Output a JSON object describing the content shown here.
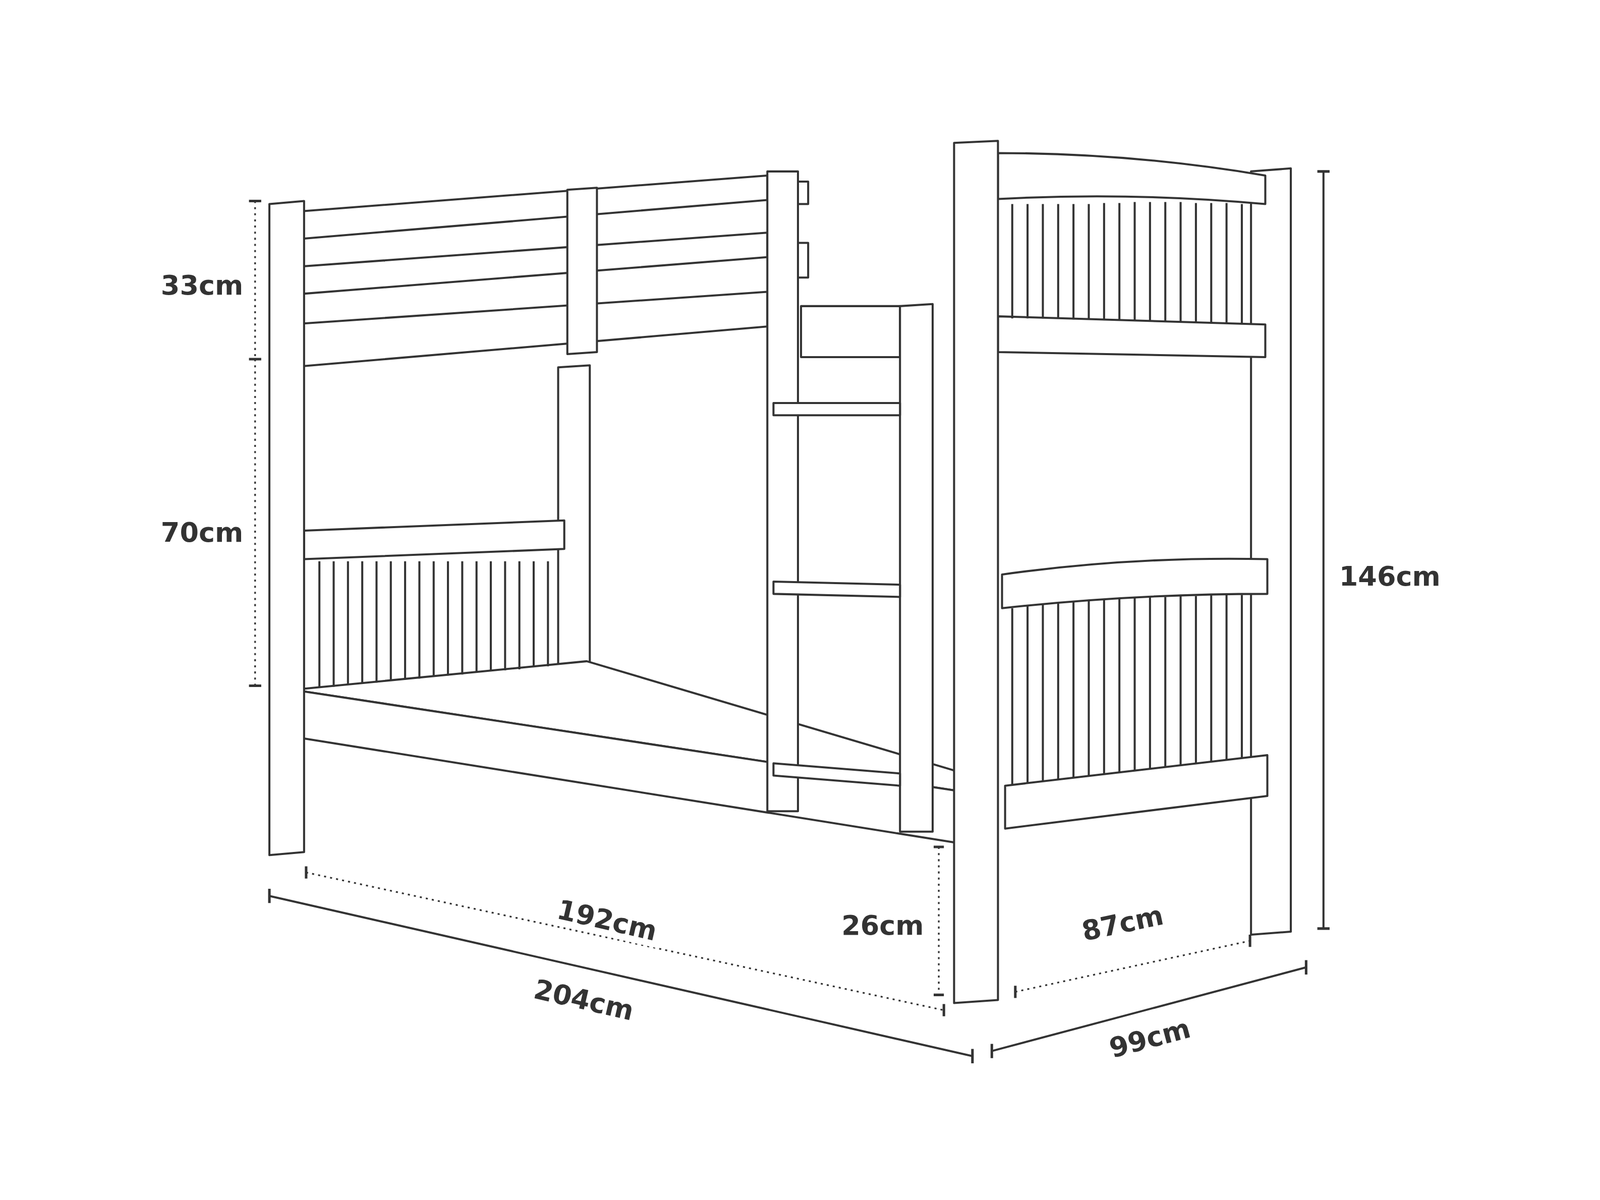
{
  "diagram": {
    "labels": [
      "33cm",
      "70cm",
      "146cm",
      "192cm",
      "26cm",
      "87cm",
      "204cm",
      "99cm"
    ]
  }
}
